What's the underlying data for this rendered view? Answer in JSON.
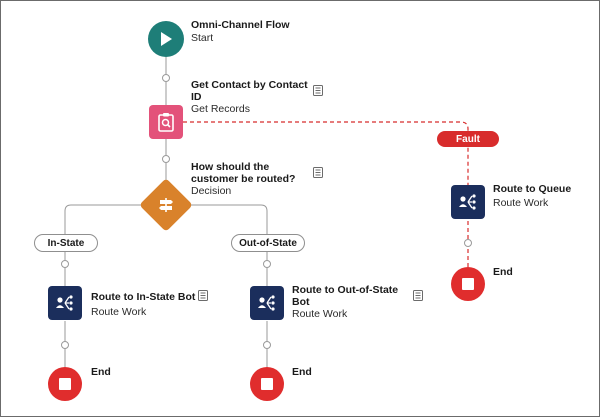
{
  "flow": {
    "start": {
      "title": "Omni-Channel Flow",
      "subtitle": "Start"
    },
    "get_contact": {
      "title_line1": "Get Contact by Contact",
      "title_line2": "ID",
      "subtitle": "Get Records"
    },
    "decision": {
      "title_line1": "How should the",
      "title_line2": "customer be routed?",
      "subtitle": "Decision"
    },
    "outcomes": {
      "in_state": "In-State",
      "out_of_state": "Out-of-State",
      "fault": "Fault"
    },
    "route_in_state": {
      "title": "Route to In-State Bot",
      "subtitle": "Route Work"
    },
    "route_out_state": {
      "title_line1": "Route to Out-of-State",
      "title_line2": "Bot",
      "subtitle": "Route Work"
    },
    "route_queue": {
      "title": "Route to Queue",
      "subtitle": "Route Work"
    },
    "end_label": "End"
  },
  "colors": {
    "start": "#1e7e78",
    "get_records": "#e3527a",
    "decision": "#d9822b",
    "route_work": "#1b2e5c",
    "end": "#e02d2d",
    "fault": "#d82c2c",
    "connector": "#9a9a9a"
  },
  "icons": {
    "start": "play-icon",
    "get_records": "search-records-icon",
    "decision": "decision-signpost-icon",
    "route_work": "route-work-icon",
    "end": "stop-icon",
    "description": "description-icon"
  }
}
